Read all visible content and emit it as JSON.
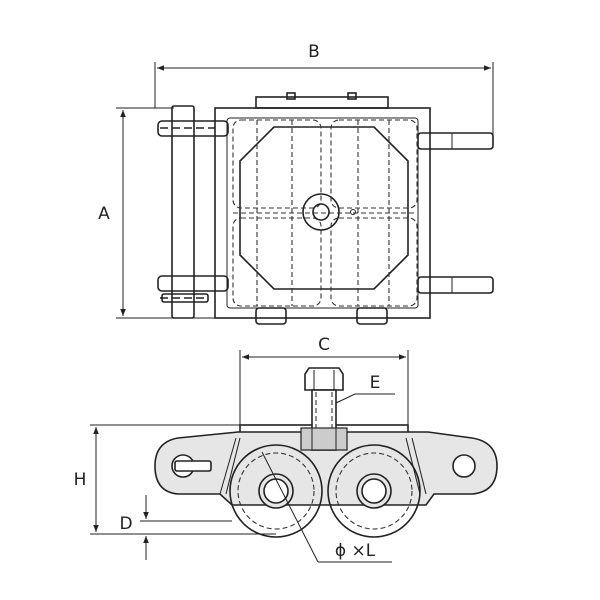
{
  "labels": {
    "a": "A",
    "b": "B",
    "c": "C",
    "d": "D",
    "e": "E",
    "h": "H",
    "phi_l": "ϕ ×L"
  },
  "colors": {
    "line": "#222222",
    "body_fill": "#e6e6e6",
    "background": "#ffffff"
  }
}
